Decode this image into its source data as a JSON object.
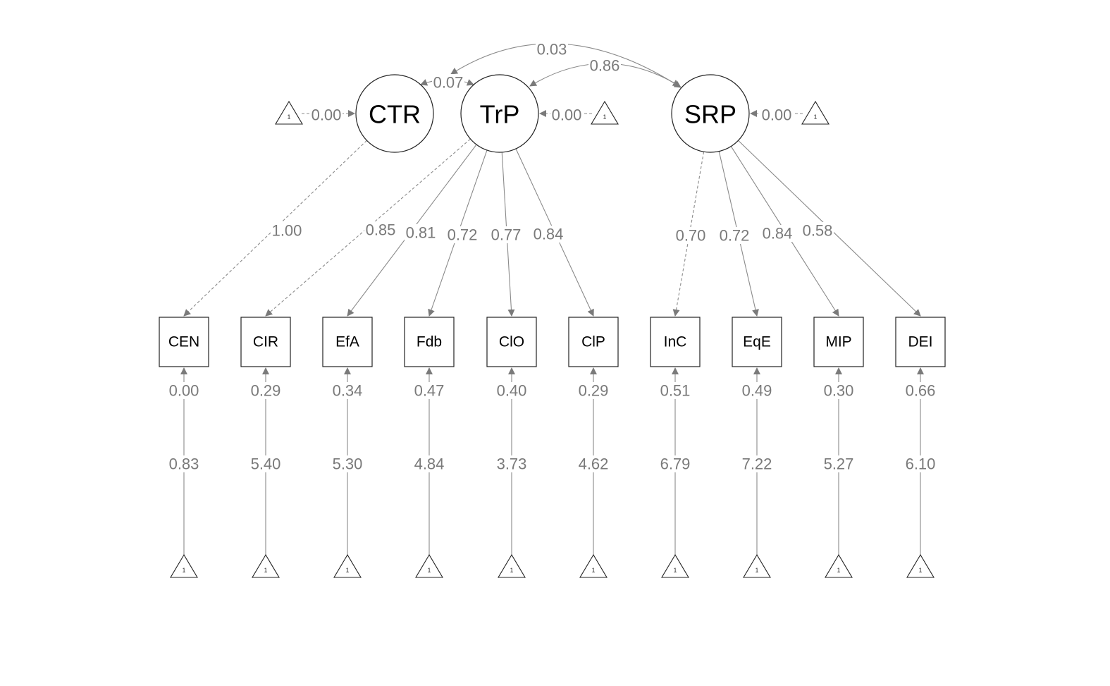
{
  "diagram": {
    "latents": [
      {
        "id": "CTR",
        "label": "CTR",
        "intercept": "0.00"
      },
      {
        "id": "TrP",
        "label": "TrP",
        "intercept": "0.00"
      },
      {
        "id": "SRP",
        "label": "SRP",
        "intercept": "0.00"
      }
    ],
    "covariances": [
      {
        "from": "CTR",
        "to": "TrP",
        "label": "0.07"
      },
      {
        "from": "TrP",
        "to": "SRP",
        "label": "0.86"
      },
      {
        "from": "CTR",
        "to": "SRP",
        "label": "0.03"
      }
    ],
    "indicators": [
      {
        "label": "CEN",
        "factor": "CTR",
        "loading": "1.00",
        "fixed": true,
        "residual": "0.00",
        "intercept": "0.83"
      },
      {
        "label": "CIR",
        "factor": "TrP",
        "loading": "0.85",
        "fixed": true,
        "residual": "0.29",
        "intercept": "5.40"
      },
      {
        "label": "EfA",
        "factor": "TrP",
        "loading": "0.81",
        "fixed": false,
        "residual": "0.34",
        "intercept": "5.30"
      },
      {
        "label": "Fdb",
        "factor": "TrP",
        "loading": "0.72",
        "fixed": false,
        "residual": "0.47",
        "intercept": "4.84"
      },
      {
        "label": "ClO",
        "factor": "TrP",
        "loading": "0.77",
        "fixed": false,
        "residual": "0.40",
        "intercept": "3.73"
      },
      {
        "label": "ClP",
        "factor": "TrP",
        "loading": "0.84",
        "fixed": false,
        "residual": "0.29",
        "intercept": "4.62"
      },
      {
        "label": "InC",
        "factor": "SRP",
        "loading": "0.70",
        "fixed": true,
        "residual": "0.51",
        "intercept": "6.79"
      },
      {
        "label": "EqE",
        "factor": "SRP",
        "loading": "0.72",
        "fixed": false,
        "residual": "0.49",
        "intercept": "7.22"
      },
      {
        "label": "MIP",
        "factor": "SRP",
        "loading": "0.84",
        "fixed": false,
        "residual": "0.30",
        "intercept": "5.27"
      },
      {
        "label": "DEI",
        "factor": "SRP",
        "loading": "0.58",
        "fixed": false,
        "residual": "0.66",
        "intercept": "6.10"
      }
    ],
    "constant_label": "1"
  }
}
